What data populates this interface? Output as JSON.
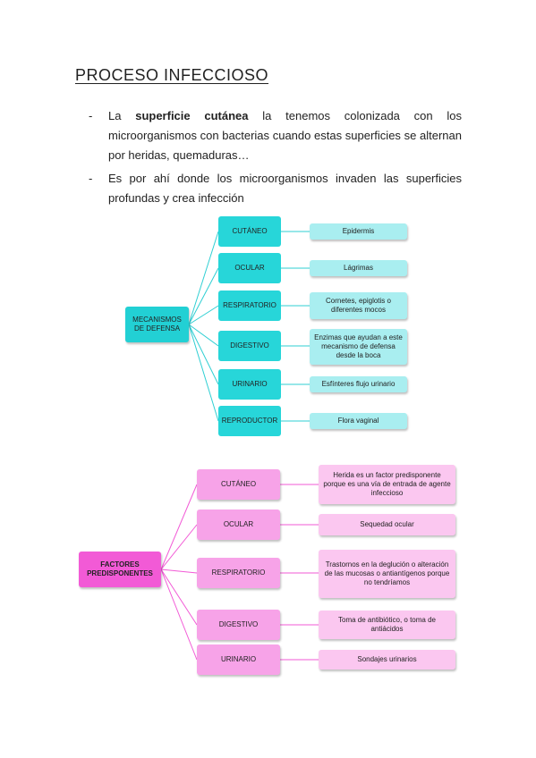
{
  "title": "PROCESO INFECCIOSO",
  "bullets": {
    "dash": "-",
    "b1_pre": "La ",
    "b1_bold": "superficie cutánea",
    "b1_post": " la tenemos colonizada con los microorganismos con bacterias cuando estas superficies se alternan por heridas, quemaduras…",
    "b2": "Es por ahí donde los microorganismos invaden las superficies profundas y crea infección"
  },
  "mecanismos": {
    "root": "MECANISMOS DE DEFENSA",
    "items": [
      {
        "label": "CUTÁNEO",
        "detail": "Epidermis"
      },
      {
        "label": "OCULAR",
        "detail": "Lágrimas"
      },
      {
        "label": "RESPIRATORIO",
        "detail": "Cornetes, epiglotis o diferentes mocos"
      },
      {
        "label": "DIGESTIVO",
        "detail": "Enzimas que ayudan a este mecanismo de defensa desde la boca"
      },
      {
        "label": "URINARIO",
        "detail": "Esfínteres flujo urinario"
      },
      {
        "label": "REPRODUCTOR",
        "detail": "Flora vaginal"
      }
    ]
  },
  "factores": {
    "root": "FACTORES PREDISPONENTES",
    "items": [
      {
        "label": "CUTÁNEO",
        "detail": "Herida es un factor predisponente porque es una vía de entrada de agente infeccioso"
      },
      {
        "label": "OCULAR",
        "detail": "Sequedad ocular"
      },
      {
        "label": "RESPIRATORIO",
        "detail": "Trastornos en la deglución o alteración de las mucosas o antiantígenos porque no tendríamos"
      },
      {
        "label": "DIGESTIVO",
        "detail": "Toma de antibiótico, o toma de antiácidos"
      },
      {
        "label": "URINARIO",
        "detail": "Sondajes urinarios"
      }
    ]
  },
  "colors": {
    "teal": "#22d0d4",
    "teal_light": "#a9eef0",
    "pink": "#f25ad6",
    "pink_mid": "#f7a3e8",
    "pink_light": "#fbc7f0"
  }
}
